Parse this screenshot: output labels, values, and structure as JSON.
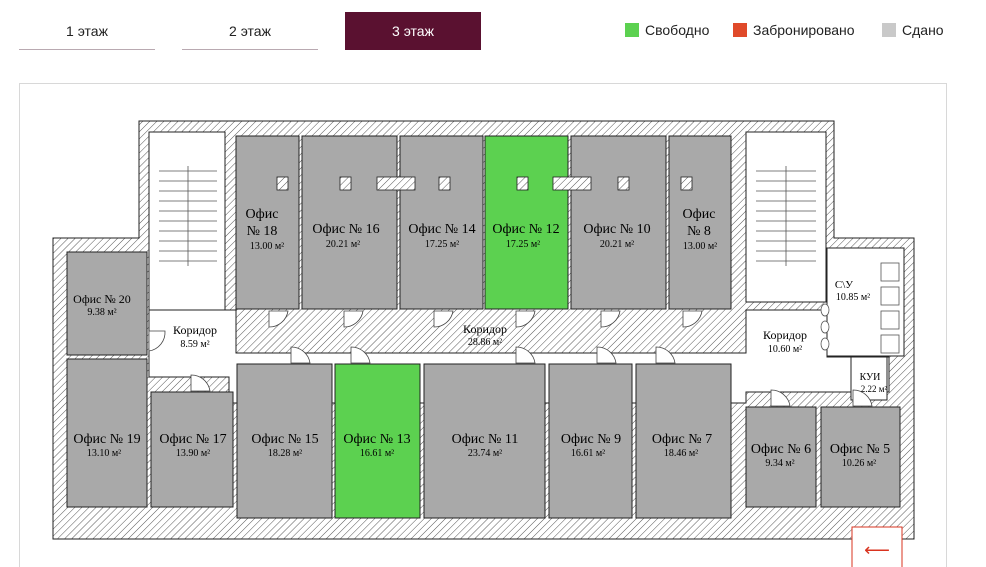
{
  "tabs": [
    {
      "label": "1 этаж",
      "active": false
    },
    {
      "label": "2 этаж",
      "active": false
    },
    {
      "label": "3 этаж",
      "active": true
    }
  ],
  "legend": [
    {
      "label": "Свободно",
      "color": "#5cd150"
    },
    {
      "label": "Забронировано",
      "color": "#e04a2a"
    },
    {
      "label": "Сдано",
      "color": "#c9c9c9"
    }
  ],
  "colors": {
    "free": "#5cd150",
    "rented": "#a9a9a9",
    "accent": "#5a1130",
    "back_arrow": "#d9331f"
  },
  "rooms": [
    {
      "id": "18",
      "name": "Офис",
      "name2": "№ 18",
      "area": "13.00 м²",
      "status": "rented"
    },
    {
      "id": "16",
      "name": "Офис № 16",
      "area": "20.21 м²",
      "status": "rented"
    },
    {
      "id": "14",
      "name": "Офис № 14",
      "area": "17.25 м²",
      "status": "rented"
    },
    {
      "id": "12",
      "name": "Офис № 12",
      "area": "17.25 м²",
      "status": "free"
    },
    {
      "id": "10",
      "name": "Офис № 10",
      "area": "20.21 м²",
      "status": "rented"
    },
    {
      "id": "8",
      "name": "Офис",
      "name2": "№ 8",
      "area": "13.00 м²",
      "status": "rented"
    },
    {
      "id": "20",
      "name": "Офис № 20",
      "area": "9.38 м²",
      "status": "rented"
    },
    {
      "id": "19",
      "name": "Офис № 19",
      "area": "13.10 м²",
      "status": "rented"
    },
    {
      "id": "17",
      "name": "Офис № 17",
      "area": "13.90 м²",
      "status": "rented"
    },
    {
      "id": "15",
      "name": "Офис № 15",
      "area": "18.28 м²",
      "status": "rented"
    },
    {
      "id": "13",
      "name": "Офис № 13",
      "area": "16.61 м²",
      "status": "free"
    },
    {
      "id": "11",
      "name": "Офис № 11",
      "area": "23.74 м²",
      "status": "rented"
    },
    {
      "id": "9",
      "name": "Офис № 9",
      "area": "16.61 м²",
      "status": "rented"
    },
    {
      "id": "7",
      "name": "Офис № 7",
      "area": "18.46 м²",
      "status": "rented"
    },
    {
      "id": "6",
      "name": "Офис № 6",
      "area": "9.34 м²",
      "status": "rented"
    },
    {
      "id": "5",
      "name": "Офис № 5",
      "area": "10.26 м²",
      "status": "rented"
    }
  ],
  "labels": [
    {
      "id": "corr-left",
      "name": "Коридор",
      "area": "8.59 м²"
    },
    {
      "id": "corr-main",
      "name": "Коридор",
      "area": "28.86 м²"
    },
    {
      "id": "corr-right",
      "name": "Коридор",
      "area": "10.60 м²"
    },
    {
      "id": "wc",
      "name": "С\\У",
      "area": "10.85 м²"
    },
    {
      "id": "kui",
      "name": "КУИ",
      "area": "2.22 м²"
    }
  ],
  "back_arrow": "⟵"
}
